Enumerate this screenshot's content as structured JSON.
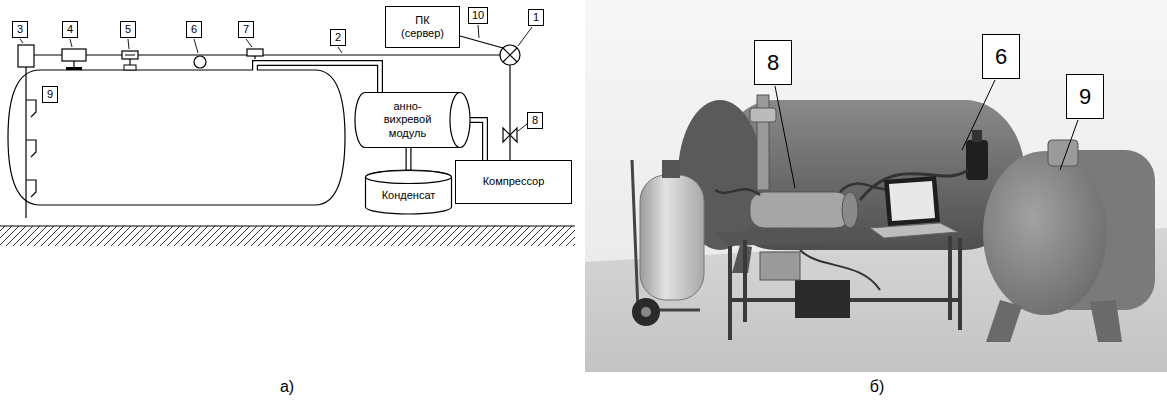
{
  "diagram": {
    "nodes": [
      {
        "text": [
          "ПК (сервер)"
        ]
      },
      {
        "text": [
          "анно- вихревой модуль"
        ]
      },
      {
        "text": [
          "Конденсат"
        ]
      },
      {
        "text": [
          "Компрессор"
        ]
      }
    ],
    "edges": [
      {
        "from": 1,
        "to": 2,
        "arrow": "none"
      },
      {
        "from": 3,
        "to": 1,
        "arrow": "none"
      }
    ],
    "labels": [
      "3",
      "4",
      "5",
      "6",
      "7",
      "2",
      "10",
      "1",
      "9",
      "8",
      "8",
      "6",
      "9",
      "а)",
      "б)"
    ]
  }
}
